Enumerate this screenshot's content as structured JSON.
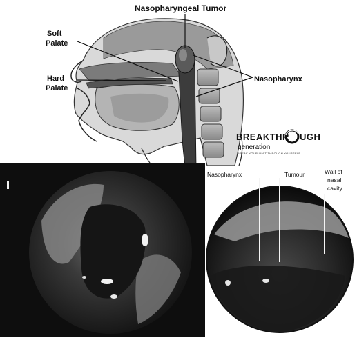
{
  "anatomy_diagram": {
    "title": "Nasopharyngeal Tumor",
    "labels": {
      "soft_palate_line1": "Soft",
      "soft_palate_line2": "Palate",
      "hard_palate_line1": "Hard",
      "hard_palate_line2": "Palate",
      "nasopharynx": "Nasopharynx"
    }
  },
  "logo": {
    "wordmark_left": "BREAKTHR",
    "wordmark_right": "UGH",
    "subtitle": "generation",
    "tagline": "BREAK YOUR LIMIT THROUGH YOURSELF"
  },
  "endoscopy_right": {
    "labels": {
      "nasopharynx": "Nasopharynx",
      "tumour": "Tumour",
      "wall_line1": "Wall of",
      "wall_line2": "nasal",
      "wall_line3": "cavity"
    }
  }
}
